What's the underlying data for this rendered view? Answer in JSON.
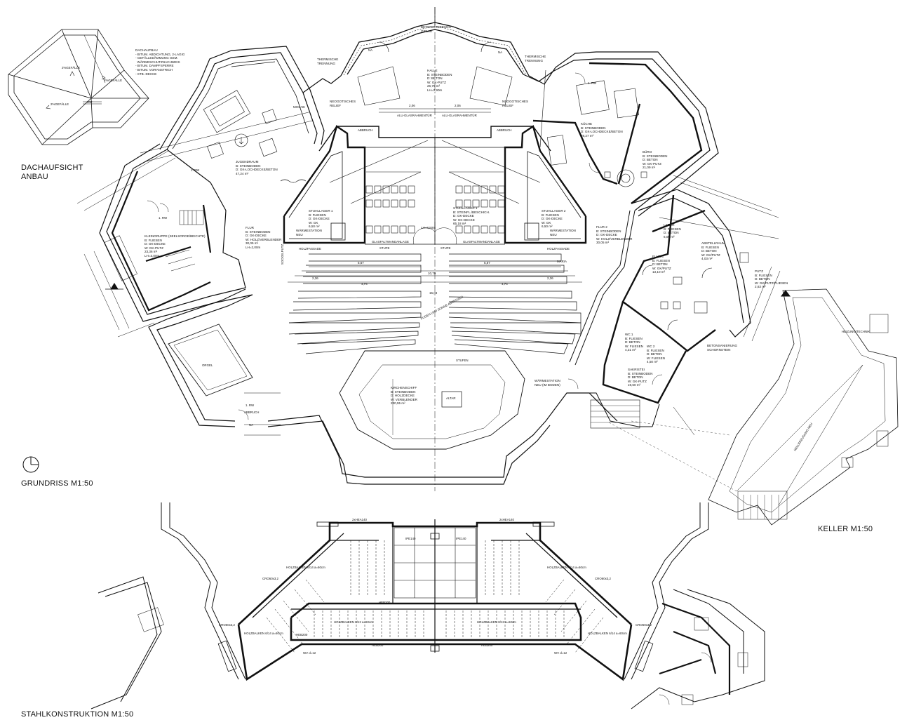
{
  "titles": {
    "grundriss": "GRUNDRISS   M1:50",
    "keller": "KELLER   M1:50",
    "stahl": "STAHLKONSTRUKTION   M1:50",
    "dachaufsicht": "DACHAUFSICHT\nANBAU"
  },
  "roof_notes": "DACHAUFBAU\n- BITUM. ABDICHTUNG, 2-LAGIG\n- GEFÄLLEDÄMMUNG GEM.\n  WÄRMESCHUTZNACHWEIS\n- BITUM. DAMPFSPERRE\n- BITUM. VORANSTRICH\n- STB.-DECKE",
  "roof_plan": {
    "ridge1": "2%GEFÄLLE",
    "ridge2": "2%GEFÄLLE",
    "ridge3": "2%GEFÄLLE",
    "rw": "RW"
  },
  "rooms": {
    "jugendraum": "JUGENDRAUM\nB: STEINBODEN\nD: GK-LOCHDECKE/BETON\n47,24 m²",
    "kleingruppe": "KLEINGRUPPE (SEELSORGE/BEICHTE)\nB: FLIESEN\nD: GK-DECKE\nW: GK-PUTZ\n23,36 m²\nLH=3,00m",
    "halle": "HALLE\nB: STEINBODEN\nD: BETON\nW: GK-PUTZ\n26,75 m²\nLH=3,90m",
    "kueche": "KÜCHE\nB: STEINBODEN\nD: GK-LOCHDECKE/BETON\n28,27 m²",
    "buero": "BÜRO\nB: STEINBODEN\nD: BETON\nW: GK-PUTZ\n21,09 m²",
    "stuhllager1": "STUHLLAGER 1\nB: FLIESEN\nD: GK-DECKE\nW: GK\n6,50 m²",
    "stuhllager_neu": "STUHLLAGER 1\nB: STEINFL./BESCHICH.\nD: GK-DECKE\nW: GK-DECKE\n65,18 m²",
    "stuhllager2": "STUHLLAGER 2\nB: FLIESEN\nD: GK-DECKE\nW: GK\n6,50 m²",
    "flur1": "FLUR\nB: STEINBODEN\nD: GK-DECKE\nW: HOLZ/VERBLENDER\n30,05 m²\nLH=2,00m",
    "flur2": "FLUR 2\nB: STEINBODEN\nD: GK-DECKE\nW: HOLZ/VERBLENDER\n30,05 m²",
    "kirchenschiff": "KIRCHENSCHIFF\nB: STEINBODEN\nD: HOLZDECKE\nW: VERBLENDER\n230,55 m²",
    "sakristei": "SAKRISTEI\nB: STEINBODEN\nD: BETON\nW: GK-PUTZ\n19,60 m²",
    "wc1": "WC 1\nB: FLIESEN\nD: BETON\nW: FLIESEN\n4,31 m²",
    "wc2": "WC 2\nB: FLIESEN\nD: BETON\nW: FLIESEN\n4,50 m²",
    "flur3": "FLUR 3\nB: FLIESEN\nD: BETON\nW: GK/PUTZ\n13,10 m²",
    "abstellraum": "ABSTELLRAUM\nB: FLIESEN\nD: BETON\nW: GK/PUTZ\n4,03 m²",
    "putz": "PUTZ\nB: FLIESEN\nD: BETON\nW: GK/PUTZ/FLIESEN\n2,63 m²",
    "lager": "LAGER\nB: FLIESEN\nD: BETON\n6,00 m²"
  },
  "labels": {
    "orgel": "ORGEL",
    "altar": "ALTAR",
    "stufen": "STUFEN",
    "stufe1": "STUFE",
    "stufe2": "STUFE",
    "maria": "MARIA",
    "heizung": "HEIZUNG/TECHNIK",
    "kellerzugang": "KELLERZUGANG NEU",
    "betonsanierung_top": "BETONSANIERUNG\nGRILLE",
    "betonsanierung_right": "BETONSANIERUNG\nSCHORNSTEIN",
    "thermische1": "THERMISCHE\nTRENNUNG",
    "thermische2": "THERMISCHE\nTRENNUNG",
    "mosaik": "MOSAIK",
    "relief1": "NEOGOTISCHES\nRELIEF",
    "relief2": "NEOGOTISCHES\nRELIEF",
    "glasfaltwand1": "GLASFALTWANDANLAGE",
    "glasfaltwand2": "GLASFALTWANDANLAGE",
    "holzfassade1": "HOLZFASSADE",
    "holzfassade2": "HOLZFASSADE",
    "sockelputz": "SOCKELPUTZ",
    "alu1": "ALU-GLASRAHMENTÜR",
    "alu2": "ALU-GLASRAHMENTÜR",
    "abbruch1": "ABBRUCH",
    "abbruch2": "ABBRUCH",
    "abbruch3": "ABBRUCH",
    "na1": "NA",
    "na2": "NA",
    "na3": "NA",
    "rw1": "1. RW",
    "rw2": "1. RW",
    "rw3": "1. RW",
    "rw4": "1. RW",
    "waermestation1": "WÄRMESTATION\nNEU",
    "waermestation2": "WÄRMESTATION\nNEU",
    "waermestation3": "WÄRMESTATION\nNEU (IM BODEN)",
    "fuge": "FUGEN UND SONNE ABRENZEN"
  },
  "steel_labels": {
    "heb1": "HEB200",
    "heb2": "HEB200",
    "heb3": "HEB200",
    "heb4": "HEB200",
    "holz1": "HOLZBALKEN 6/14  a=60cm",
    "holz2": "HOLZBALKEN 6/14  a=60cm",
    "holz3": "HOLZBALKEN 8/12  a=60cm",
    "holz4": "HOLZBALKEN 8/12  a=60cm",
    "holz5": "HOLZBALKEN 6/14  a=60cm",
    "holz6": "HOLZBALKEN 6/14  a=60cm",
    "profil1": "2xHEA140",
    "profil2": "2xHEA140",
    "ipe1": "IPE140",
    "ipe2": "IPE140",
    "cro1": "CRO60x3,2",
    "cro2": "CRO60x3,2",
    "cro3": "CRO60x3,2",
    "cro4": "CRO60x3,2",
    "wv1": "WV d=12",
    "wv2": "WV d=12"
  },
  "dims": {
    "d1": "2,06",
    "d2": "2,06",
    "d3": "5,67",
    "d4": "5,67",
    "d5": "10,79",
    "d6": "15,03",
    "d7": "4,74",
    "d8": "4,74",
    "d9": "2,36",
    "d10": "2,36",
    "lh": "LH=3,50m"
  }
}
